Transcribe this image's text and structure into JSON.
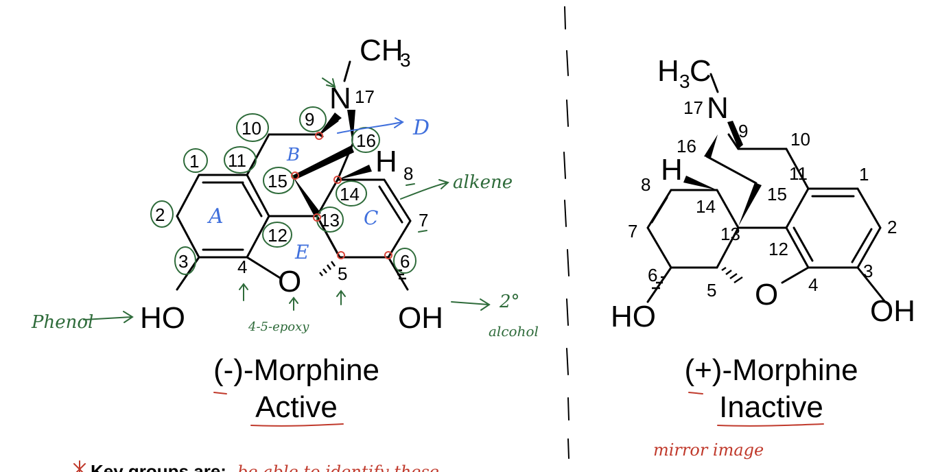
{
  "left": {
    "title": "(-)-Morphine",
    "subtitle": "Active",
    "atoms": {
      "ch3": "CH",
      "ch3_sub": "3",
      "n": "N",
      "h": "H",
      "ho": "HO",
      "o": "O",
      "oh": "OH"
    },
    "numbers": [
      "1",
      "2",
      "3",
      "4",
      "5",
      "6",
      "7",
      "8",
      "9",
      "10",
      "11",
      "12",
      "13",
      "14",
      "15",
      "16",
      "17"
    ],
    "ring_labels": [
      "A",
      "B",
      "C",
      "D",
      "E"
    ],
    "annotations": {
      "phenol": "Phenol",
      "epoxy": "4-5-epoxy",
      "alkene": "alkene",
      "alcohol_degree": "2°",
      "alcohol": "alcohol"
    }
  },
  "right": {
    "title": "(+)-Morphine",
    "subtitle": "Inactive",
    "atoms": {
      "h3c_h": "H",
      "h3c_sub": "3",
      "h3c_c": "C",
      "n": "N",
      "h": "H",
      "o": "O",
      "ho": "HO",
      "oh": "OH"
    },
    "numbers": [
      "1",
      "2",
      "3",
      "4",
      "5",
      "6",
      "7",
      "8",
      "9",
      "10",
      "11",
      "12",
      "13",
      "14",
      "15",
      "16",
      "17"
    ],
    "annotation": "mirror image"
  },
  "footer": {
    "key_groups_label": "Key groups are:",
    "note": "be able to identify these"
  },
  "colors": {
    "annotation_green": "#2e6b3a",
    "annotation_blue": "#3f6fdc",
    "annotation_red": "#c0392b"
  }
}
